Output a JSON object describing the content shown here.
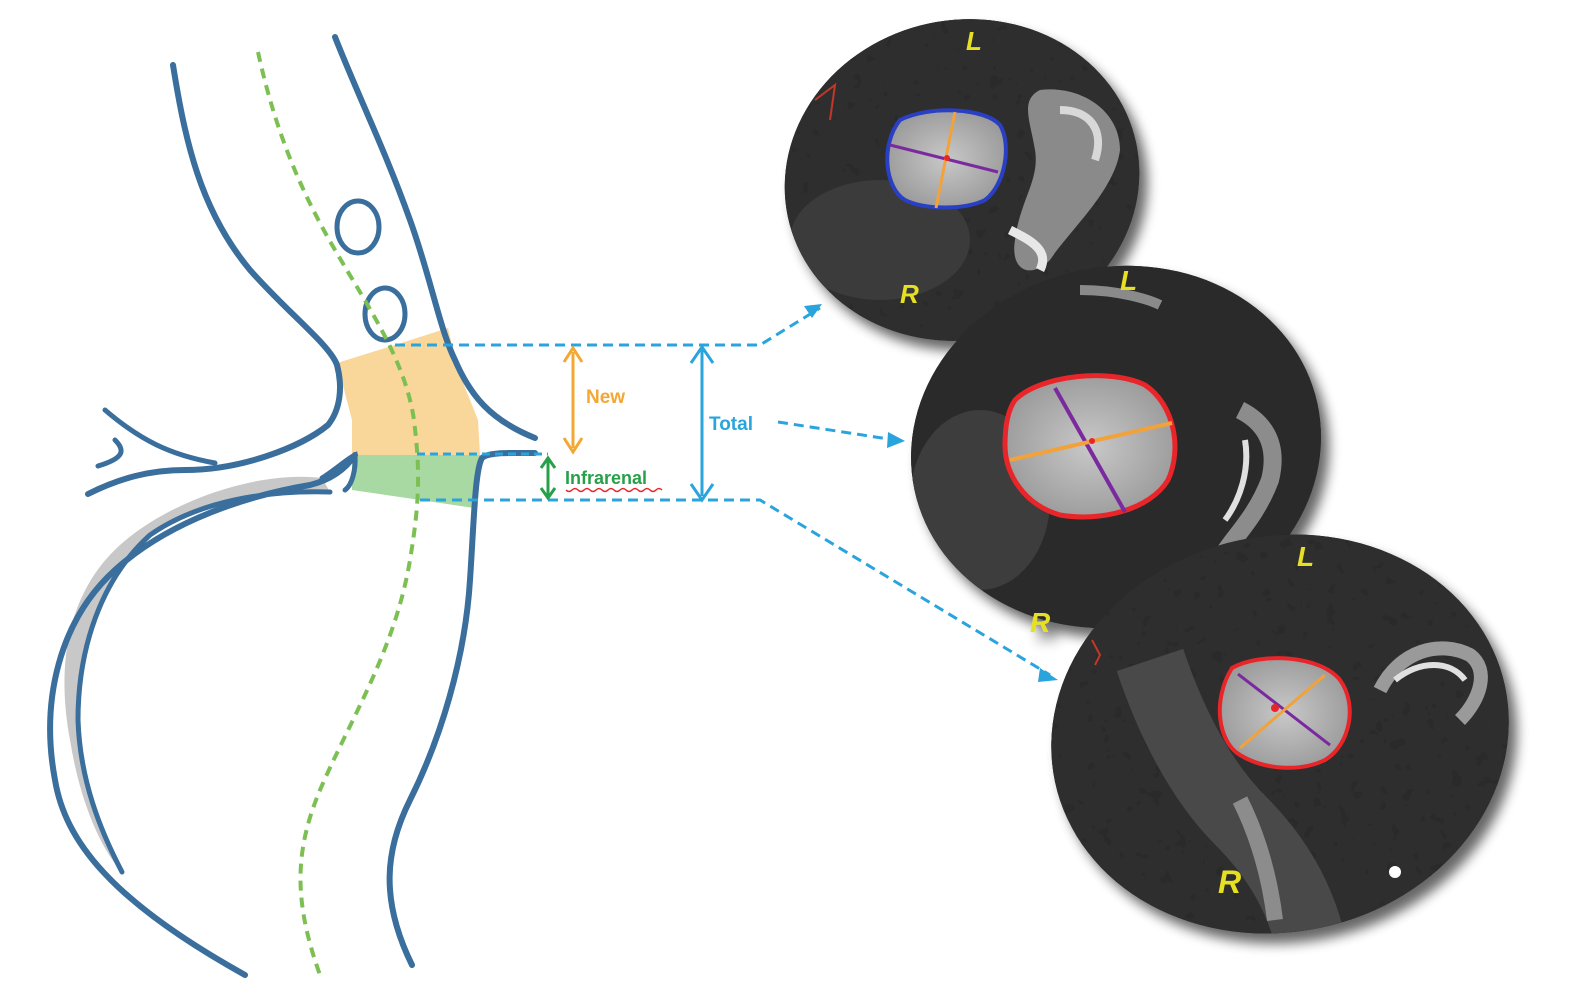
{
  "labels": {
    "new": "New",
    "total": "Total",
    "infrarenal": "Infrarenal"
  },
  "scans": [
    {
      "top_letter": "L",
      "bottom_letter": "R",
      "contour": "blue"
    },
    {
      "top_letter": "L",
      "bottom_letter": "R",
      "contour": "red"
    },
    {
      "top_letter": "L",
      "bottom_letter": "R",
      "contour": "red"
    }
  ],
  "colors": {
    "vessel": "#3a6e9c",
    "centerline": "#7cbf52",
    "new_zone": "#f9d79a",
    "infrarenal_zone": "#a9d9a3",
    "new_arrow": "#f2a833",
    "total_arrow": "#2aa4dc",
    "infrarenal_arrow": "#27a04a",
    "guide": "#2aa4dc",
    "blue_contour": "#2a3fc4",
    "red_contour": "#e8262b",
    "diam_purple": "#7a2a9e",
    "diam_orange": "#f2a23a",
    "orient_text": "#e6e024"
  }
}
